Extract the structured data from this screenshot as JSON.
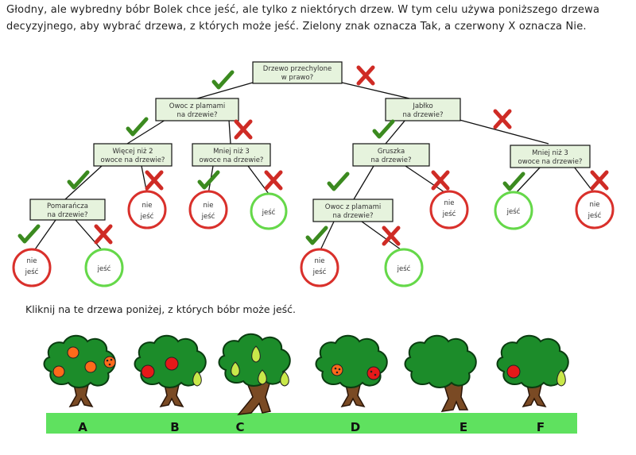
{
  "intro_text": "Głodny, ale wybredny bóbr Bolek chce jeść, ale tylko z niektórych drzew. W tym celu używa poniższego drzewa decyzyjnego, aby wybrać drzewa, z których może jeść. Zielony znak oznacza Tak, a czerwony X oznacza Nie.",
  "instruction": "Kliknij na te drzewa poniżej, z których bóbr może jeść.",
  "colors": {
    "yes": "#3b8a1f",
    "no": "#cf2b25",
    "eat_ring": "#65d849",
    "no_eat_ring": "#d9302b",
    "box_fill": "#e6f3dd",
    "ground": "#5fe15f"
  },
  "questions": {
    "q1_line1": "Drzewo przechylone",
    "q1_line2": "w prawo?",
    "q2_line1": "Owoc z plamami",
    "q2_line2": "na drzewie?",
    "q3_line1": "Jabłko",
    "q3_line2": "na drzewie?",
    "q4_line1": "Więcej niż 2",
    "q4_line2": "owoce na drzewie?",
    "q5_line1": "Mniej niż 3",
    "q5_line2": "owoce na drzewie?",
    "q6_line1": "Gruszka",
    "q6_line2": "na drzewie?",
    "q7_line1": "Mniej niż 3",
    "q7_line2": "owoce na drzewie?",
    "q8_line1": "Pomarańcza",
    "q8_line2": "na drzewie?",
    "q9_line1": "Owoc z plamami",
    "q9_line2": "na drzewie?"
  },
  "leaves": {
    "nie": "nie",
    "jesc": "jeść"
  },
  "trees": {
    "a": "A",
    "b": "B",
    "c": "C",
    "d": "D",
    "e": "E",
    "f": "F"
  }
}
